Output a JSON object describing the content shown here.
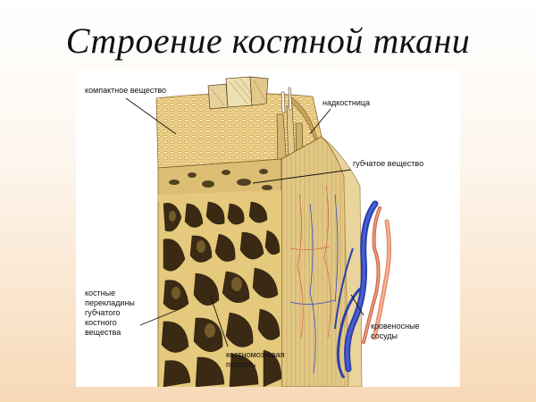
{
  "title": "Строение костной ткани",
  "labels": {
    "compact": "компактное вещество",
    "periosteum": "надкостница",
    "spongy": "губчатое вещество",
    "trabeculae": "костные\nперекладины\nгубчатого\nкостного\nвещества",
    "vessels": "кровеносные\nсосуды",
    "marrow": "костномозговая\nполость"
  },
  "colors": {
    "bone_light": "#e9cf86",
    "bone_mid": "#d9b365",
    "bone_dark": "#3a2a14",
    "vein": "#2a3fb0",
    "artery": "#e58b6a"
  }
}
